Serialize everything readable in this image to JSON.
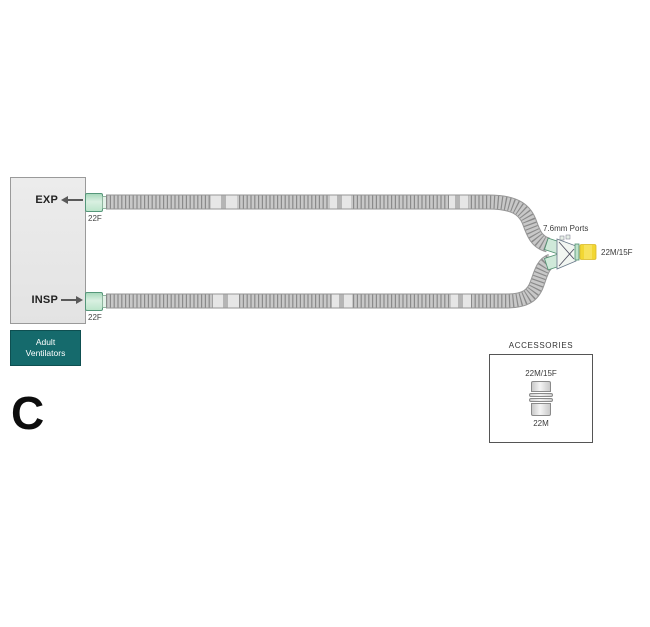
{
  "diagram": {
    "section_letter": "C",
    "ventilator": {
      "exp_port_label": "EXP",
      "insp_port_label": "INSP",
      "exp_connector_size": "22F",
      "insp_connector_size": "22F",
      "machine_name": "Adult Ventilators"
    },
    "wye": {
      "ports_label": "7.6mm Ports",
      "patient_connection_size": "22M/15F"
    },
    "accessories": {
      "title": "ACCESSORIES",
      "adapter_top_size": "22M/15F",
      "adapter_bottom_size": "22M"
    },
    "colors": {
      "teal_label_bg": "#156a6c",
      "connector_green_fill": "#c9e9d3",
      "connector_green_border": "#55977a",
      "connector_yellow": "#f2d733",
      "tube_body_gray": "#c8c8c8",
      "tube_ridge_gray": "#8a8a8a",
      "ventilator_box_fill": "#e7e7e7"
    }
  }
}
